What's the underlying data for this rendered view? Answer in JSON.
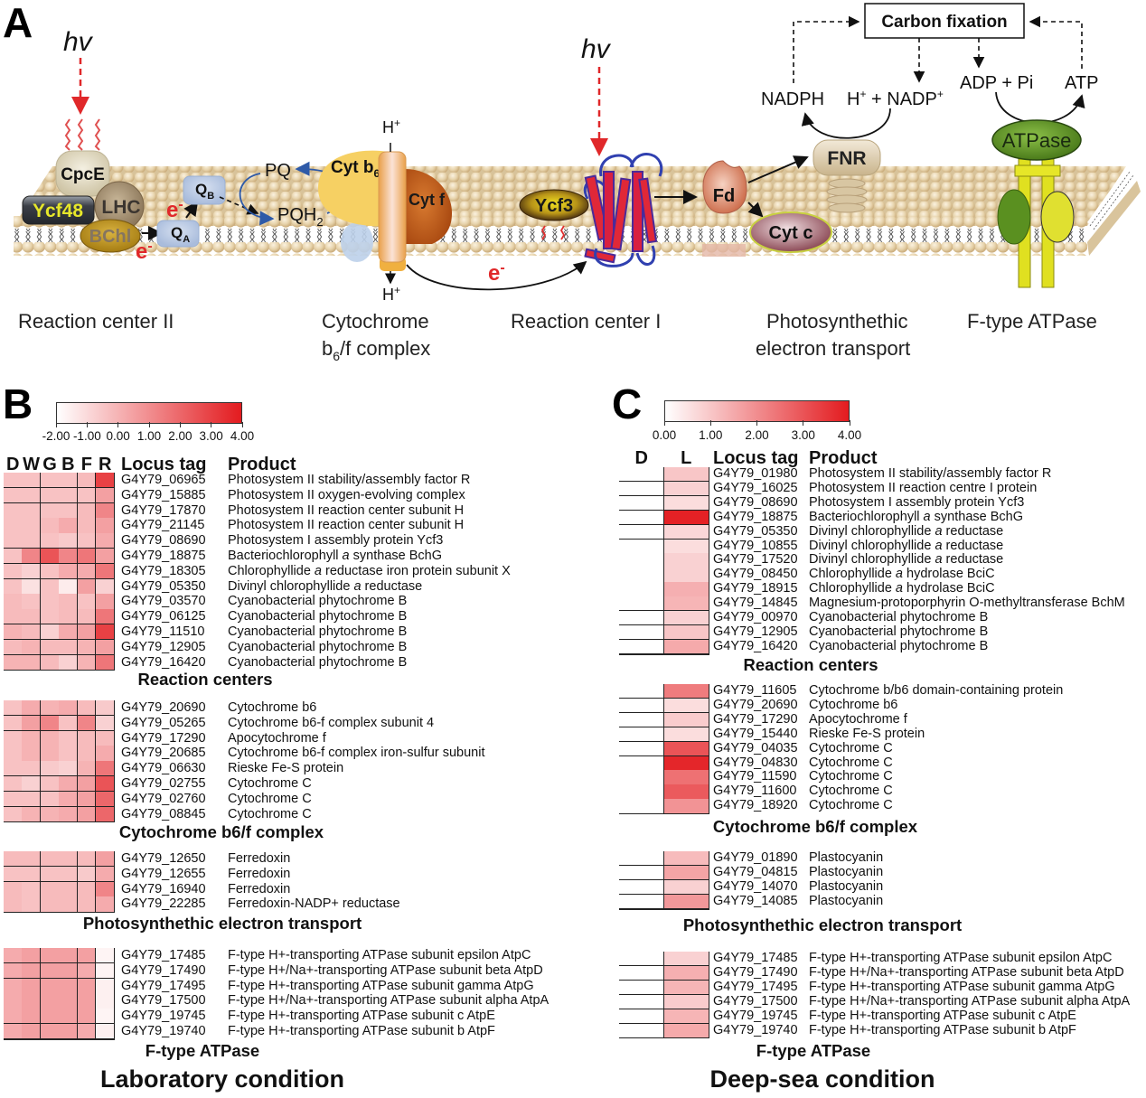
{
  "panel_labels": {
    "a": "A",
    "b": "B",
    "c": "C"
  },
  "diagram": {
    "light_1": "hv",
    "light_2": "hv",
    "cpce": "CpcE",
    "ycf48": "Ycf48",
    "lhc": "LHC",
    "bchl": "BChl",
    "electron": {
      "main": "e",
      "sup": "-"
    },
    "qa": {
      "main": "Q",
      "sub": "A"
    },
    "qb": {
      "main": "Q",
      "sub": "B"
    },
    "pq": "PQ",
    "pqh2": {
      "main": "PQH",
      "sub": "2"
    },
    "cyt_b6": {
      "main": "Cyt b",
      "sub": "6"
    },
    "cyt_f": "Cyt f",
    "proton": {
      "main": "H",
      "sup": "+"
    },
    "ycf3": "Ycf3",
    "fd": "Fd",
    "cyt_c": "Cyt c",
    "fnr": "FNR",
    "atpase": "ATPase",
    "nadph": "NADPH",
    "nadp": {
      "h": "H",
      "h_sup": "+",
      "rest": " + NADP",
      "sup": "+"
    },
    "adp": "ADP + Pi",
    "atp": "ATP",
    "carbon_fixation": "Carbon fixation",
    "captions": {
      "rc2": "Reaction center II",
      "cyt_line1": "Cytochrome",
      "cyt_line2": {
        "main": "b",
        "sub": "6",
        "rest": "/f complex"
      },
      "rc1": "Reaction center I",
      "pet_line1": "Photosynthethic",
      "pet_line2": "electron transport",
      "atpase": "F-type ATPase"
    },
    "colors": {
      "light_arrow": "#e0282a",
      "electron": "#e0282a",
      "cycle_arrow": "#2e5aa8"
    }
  },
  "chart_data": [
    {
      "type": "heatmap",
      "panel": "B",
      "title": "Laboratory condition",
      "columns": [
        "D",
        "W",
        "G",
        "B",
        "F",
        "R"
      ],
      "header": {
        "locus": "Locus tag",
        "product": "Product"
      },
      "colorbar": {
        "min": -2,
        "max": 4,
        "ticks": [
          "-2.00",
          "-1.00",
          "0.00",
          "1.00",
          "2.00",
          "3.00",
          "4.00"
        ],
        "colors": [
          "#ffffff",
          "#e31b1f"
        ]
      },
      "sections": [
        {
          "label": "Reaction centers",
          "rows": [
            {
              "locus": "G4Y79_06965",
              "product": "Photosystem II stability/assembly factor  R",
              "values": [
                -0.4,
                -0.4,
                -0.4,
                -0.4,
                -0.2,
                3.0
              ]
            },
            {
              "locus": "G4Y79_15885",
              "product": "Photosystem II oxygen-evolving complex",
              "values": [
                -0.4,
                -0.4,
                -0.4,
                -0.4,
                -0.4,
                0.5
              ]
            },
            {
              "locus": "G4Y79_17870",
              "product": "Photosystem II reaction center subunit H",
              "values": [
                -0.4,
                -0.4,
                -0.4,
                -0.4,
                -0.2,
                1.2
              ]
            },
            {
              "locus": "G4Y79_21145",
              "product": "Photosystem II reaction center subunit H",
              "values": [
                -0.4,
                -0.4,
                -0.2,
                0.2,
                -0.2,
                0.5
              ]
            },
            {
              "locus": "G4Y79_08690",
              "product": "Photosystem I assembly protein Ycf3",
              "values": [
                -0.4,
                -0.4,
                -0.4,
                -0.6,
                -0.4,
                0.2
              ]
            },
            {
              "locus": "G4Y79_18875",
              "product": "Bacteriochlorophyll a synthase BchG",
              "values": [
                -0.4,
                1.2,
                2.5,
                1.2,
                1.6,
                0.5
              ]
            },
            {
              "locus": "G4Y79_18305",
              "product": "Chlorophyllide a reductase iron protein subunit X",
              "values": [
                -0.4,
                -0.8,
                -0.4,
                0.2,
                0.2,
                1.6
              ]
            },
            {
              "locus": "G4Y79_05350",
              "product": "Divinyl chlorophyllide a reductase",
              "values": [
                -0.4,
                -1.2,
                -0.4,
                -1.5,
                0.5,
                -0.8
              ]
            },
            {
              "locus": "G4Y79_03570",
              "product": "Cyanobacterial phytochrome B",
              "values": [
                -0.2,
                -0.4,
                -0.4,
                -0.2,
                -0.4,
                0.5
              ]
            },
            {
              "locus": "G4Y79_06125",
              "product": "Cyanobacterial phytochrome B",
              "values": [
                -0.2,
                -0.2,
                -0.4,
                -0.2,
                -0.2,
                1.6
              ]
            },
            {
              "locus": "G4Y79_11510",
              "product": "Cyanobacterial phytochrome B",
              "values": [
                0.0,
                -0.2,
                -0.8,
                0.2,
                0.5,
                3.0
              ]
            },
            {
              "locus": "G4Y79_12905",
              "product": "Cyanobacterial phytochrome B",
              "values": [
                -0.2,
                0.0,
                -0.2,
                -0.2,
                0.0,
                0.5
              ]
            },
            {
              "locus": "G4Y79_16420",
              "product": "Cyanobacterial phytochrome B",
              "values": [
                0.0,
                0.0,
                -0.2,
                -0.8,
                0.0,
                1.6
              ]
            }
          ]
        },
        {
          "label": "Cytochrome b6/f complex",
          "rows": [
            {
              "locus": "G4Y79_20690",
              "product": "Cytochrome b6",
              "values": [
                -0.4,
                0.2,
                0.0,
                0.2,
                -0.2,
                -0.6
              ]
            },
            {
              "locus": "G4Y79_05265",
              "product": "Cytochrome b6-f complex subunit 4",
              "values": [
                -0.4,
                0.5,
                1.2,
                -0.4,
                1.2,
                -0.8
              ]
            },
            {
              "locus": "G4Y79_17290",
              "product": "Apocytochrome f",
              "values": [
                -0.4,
                0.0,
                0.0,
                -0.4,
                -0.2,
                -0.2
              ]
            },
            {
              "locus": "G4Y79_20685",
              "product": "Cytochrome b6-f complex iron-sulfur subunit",
              "values": [
                -0.4,
                0.0,
                0.0,
                -0.4,
                -0.2,
                0.2
              ]
            },
            {
              "locus": "G4Y79_06630",
              "product": "Rieske Fe-S protein",
              "values": [
                -0.4,
                -0.4,
                -0.6,
                -0.8,
                0.0,
                1.6
              ]
            },
            {
              "locus": "G4Y79_02755",
              "product": "Cytochrome C",
              "values": [
                -0.4,
                -0.8,
                -0.4,
                0.2,
                0.5,
                2.5
              ]
            },
            {
              "locus": "G4Y79_02760",
              "product": "Cytochrome C",
              "values": [
                -0.4,
                -0.4,
                -0.4,
                0.2,
                0.5,
                2.0
              ]
            },
            {
              "locus": "G4Y79_08845",
              "product": "Cytochrome C",
              "values": [
                -0.4,
                0.0,
                0.0,
                0.2,
                0.5,
                2.0
              ]
            }
          ]
        },
        {
          "label": "Photosynthethic electron transport",
          "rows": [
            {
              "locus": "G4Y79_12650",
              "product": "Ferredoxin",
              "values": [
                -0.2,
                -0.2,
                -0.2,
                -0.2,
                -0.2,
                0.5
              ]
            },
            {
              "locus": "G4Y79_12655",
              "product": "Ferredoxin",
              "values": [
                -0.4,
                -0.4,
                -0.4,
                -0.4,
                -0.6,
                0.2
              ]
            },
            {
              "locus": "G4Y79_16940",
              "product": "Ferredoxin",
              "values": [
                -0.2,
                -0.4,
                -0.2,
                -0.2,
                -0.2,
                1.2
              ]
            },
            {
              "locus": "G4Y79_22285",
              "product": "Ferredoxin-NADP+ reductase",
              "values": [
                -0.2,
                -0.4,
                -0.2,
                -0.2,
                -0.2,
                0.2
              ]
            }
          ]
        },
        {
          "label": "F-type ATPase",
          "rows": [
            {
              "locus": "G4Y79_17485",
              "product": "F-type H+-transporting ATPase subunit epsilon AtpC",
              "values": [
                0.2,
                0.5,
                0.5,
                0.5,
                0.5,
                -1.7
              ]
            },
            {
              "locus": "G4Y79_17490",
              "product": "F-type H+/Na+-transporting ATPase subunit beta AtpD",
              "values": [
                0.2,
                0.5,
                0.5,
                0.5,
                0.2,
                -1.7
              ]
            },
            {
              "locus": "G4Y79_17495",
              "product": "F-type H+-transporting ATPase subunit gamma AtpG",
              "values": [
                0.2,
                0.5,
                0.5,
                0.5,
                0.5,
                -1.6
              ]
            },
            {
              "locus": "G4Y79_17500",
              "product": "F-type H+/Na+-transporting ATPase subunit alpha AtpA",
              "values": [
                0.2,
                0.5,
                0.5,
                0.5,
                0.5,
                -1.6
              ]
            },
            {
              "locus": "G4Y79_19745",
              "product": "F-type H+-transporting ATPase subunit c AtpE",
              "values": [
                0.2,
                0.5,
                0.5,
                0.5,
                0.5,
                -1.7
              ]
            },
            {
              "locus": "G4Y79_19740",
              "product": "F-type H+-transporting ATPase subunit b AtpF",
              "values": [
                0.2,
                0.5,
                0.5,
                0.5,
                0.2,
                -1.6
              ]
            }
          ]
        }
      ]
    },
    {
      "type": "heatmap",
      "panel": "C",
      "title": "Deep-sea condition",
      "columns": [
        "D",
        "L"
      ],
      "header": {
        "locus": "Locus tag",
        "product": "Product"
      },
      "colorbar": {
        "min": 0,
        "max": 4,
        "ticks": [
          "0.00",
          "1.00",
          "2.00",
          "3.00",
          "4.00"
        ],
        "colors": [
          "#ffffff",
          "#e31b1f"
        ]
      },
      "sections": [
        {
          "label": "Reaction centers",
          "rows": [
            {
              "locus": "G4Y79_01980",
              "product": "Photosystem II stability/assembly factor R",
              "values": [
                0,
                1.0
              ]
            },
            {
              "locus": "G4Y79_16025",
              "product": "Photosystem II reaction centre I protein",
              "values": [
                0,
                0.8
              ]
            },
            {
              "locus": "G4Y79_08690",
              "product": "Photosystem I assembly protein Ycf3",
              "values": [
                0,
                0.6
              ]
            },
            {
              "locus": "G4Y79_18875",
              "product": "Bacteriochlorophyll a synthase BchG",
              "values": [
                0,
                3.9
              ]
            },
            {
              "locus": "G4Y79_05350",
              "product": "Divinyl chlorophyllide a reductase",
              "values": [
                0,
                0.7
              ]
            },
            {
              "locus": "G4Y79_10855",
              "product": "Divinyl chlorophyllide a reductase",
              "values": [
                0,
                0.6
              ]
            },
            {
              "locus": "G4Y79_17520",
              "product": "Divinyl chlorophyllide a reductase",
              "values": [
                0,
                0.8
              ]
            },
            {
              "locus": "G4Y79_08450",
              "product": "Chlorophyllide a hydrolase BciC",
              "values": [
                0,
                0.8
              ]
            },
            {
              "locus": "G4Y79_18915",
              "product": "Chlorophyllide a hydrolase BciC",
              "values": [
                0,
                1.4
              ]
            },
            {
              "locus": "G4Y79_14845",
              "product": "Magnesium-protoporphyrin O-methyltransferase BchM",
              "values": [
                0,
                1.3
              ]
            },
            {
              "locus": "G4Y79_00970",
              "product": "Cyanobacterial phytochrome B",
              "values": [
                0,
                0.8
              ]
            },
            {
              "locus": "G4Y79_12905",
              "product": "Cyanobacterial phytochrome B",
              "values": [
                0,
                1.0
              ]
            },
            {
              "locus": "G4Y79_16420",
              "product": "Cyanobacterial phytochrome B",
              "values": [
                0,
                1.5
              ]
            }
          ]
        },
        {
          "label": "Cytochrome b6/f complex",
          "rows": [
            {
              "locus": "G4Y79_11605",
              "product": "Cytochrome b/b6 domain-containing protein",
              "values": [
                0,
                2.3
              ]
            },
            {
              "locus": "G4Y79_20690",
              "product": "Cytochrome b6",
              "values": [
                0,
                0.6
              ]
            },
            {
              "locus": "G4Y79_17290",
              "product": "Apocytochrome f",
              "values": [
                0,
                0.9
              ]
            },
            {
              "locus": "G4Y79_15440",
              "product": "Rieske Fe-S protein",
              "values": [
                0,
                0.6
              ]
            },
            {
              "locus": "G4Y79_04035",
              "product": "Cytochrome C",
              "values": [
                0,
                3.0
              ]
            },
            {
              "locus": "G4Y79_04830",
              "product": "Cytochrome C",
              "values": [
                0,
                3.8
              ]
            },
            {
              "locus": "G4Y79_11590",
              "product": "Cytochrome C",
              "values": [
                0,
                2.5
              ]
            },
            {
              "locus": "G4Y79_11600",
              "product": "Cytochrome C",
              "values": [
                0,
                2.9
              ]
            },
            {
              "locus": "G4Y79_18920",
              "product": "Cytochrome C",
              "values": [
                0,
                1.9
              ]
            }
          ]
        },
        {
          "label": "Photosynthethic electron transport",
          "rows": [
            {
              "locus": "G4Y79_01890",
              "product": "Plastocyanin",
              "values": [
                0,
                1.2
              ]
            },
            {
              "locus": "G4Y79_04815",
              "product": "Plastocyanin",
              "values": [
                0,
                1.6
              ]
            },
            {
              "locus": "G4Y79_14070",
              "product": "Plastocyanin",
              "values": [
                0,
                0.8
              ]
            },
            {
              "locus": "G4Y79_14085",
              "product": "Plastocyanin",
              "values": [
                0,
                1.8
              ]
            }
          ]
        },
        {
          "label": "F-type ATPase",
          "rows": [
            {
              "locus": "G4Y79_17485",
              "product": "F-type H+-transporting ATPase subunit epsilon AtpC",
              "values": [
                0,
                0.8
              ]
            },
            {
              "locus": "G4Y79_17490",
              "product": "F-type H+/Na+-transporting ATPase subunit beta AtpD",
              "values": [
                0,
                1.4
              ]
            },
            {
              "locus": "G4Y79_17495",
              "product": "F-type H+-transporting ATPase subunit gamma AtpG",
              "values": [
                0,
                1.3
              ]
            },
            {
              "locus": "G4Y79_17500",
              "product": "F-type H+/Na+-transporting ATPase subunit alpha AtpA",
              "values": [
                0,
                0.9
              ]
            },
            {
              "locus": "G4Y79_19745",
              "product": "F-type H+-transporting ATPase subunit c AtpE",
              "values": [
                0,
                1.3
              ]
            },
            {
              "locus": "G4Y79_19740",
              "product": "F-type H+-transporting ATPase subunit b AtpF",
              "values": [
                0,
                1.5
              ]
            }
          ]
        }
      ]
    }
  ]
}
